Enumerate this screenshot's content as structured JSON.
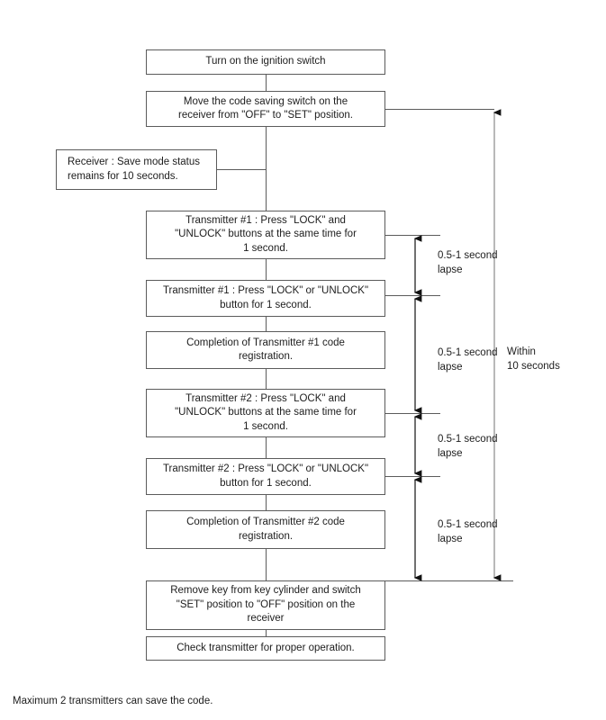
{
  "diagram": {
    "title": "Transmitter code saving procedure flowchart",
    "line_color": "#5b5b5b",
    "arrow_color": "#111111",
    "steps": [
      {
        "id": "ignition",
        "text": "Turn on the ignition switch"
      },
      {
        "id": "code-saving-switch",
        "text": "Move the code saving switch on the\nreceiver from \"OFF\" to \"SET\" position."
      },
      {
        "id": "transmitter1-lock-and-unlock",
        "text": "Transmitter #1 : Press \"LOCK\" and\n\"UNLOCK\" buttons at the same time for\n1 second."
      },
      {
        "id": "transmitter1-lock-or-unlock",
        "text": "Transmitter #1 : Press \"LOCK\" or \"UNLOCK\"\nbutton for 1 second."
      },
      {
        "id": "transmitter1-complete",
        "text": "Completion of Transmitter #1 code\nregistration."
      },
      {
        "id": "transmitter2-lock-and-unlock",
        "text": "Transmitter #2 : Press \"LOCK\" and\n\"UNLOCK\" buttons at the same time for\n1 second."
      },
      {
        "id": "transmitter2-lock-or-unlock",
        "text": "Transmitter #2 : Press \"LOCK\" or \"UNLOCK\"\nbutton for 1 second."
      },
      {
        "id": "transmitter2-complete",
        "text": "Completion of Transmitter #2 code\nregistration."
      },
      {
        "id": "remove-key",
        "text": "Remove key from key cylinder and switch\n\"SET\" position to \"OFF\" position on the\nreceiver"
      },
      {
        "id": "check-transmitter",
        "text": "Check transmitter for proper operation."
      }
    ],
    "side_note": {
      "id": "receiver-save-mode-note",
      "text": "Receiver : Save mode status\nremains for 10 seconds."
    },
    "timing_labels": [
      {
        "id": "lapse-1",
        "text": "0.5-1 second\nlapse"
      },
      {
        "id": "lapse-2",
        "text": "0.5-1 second\nlapse"
      },
      {
        "id": "lapse-3",
        "text": "0.5-1 second\nlapse"
      },
      {
        "id": "lapse-4",
        "text": "0.5-1 second\nlapse"
      }
    ],
    "overall_timing": {
      "id": "within-10-seconds",
      "text": "Within\n10 seconds"
    },
    "footnote": {
      "id": "max-transmitters-note",
      "text": "Maximum 2 transmitters can save the code."
    }
  }
}
